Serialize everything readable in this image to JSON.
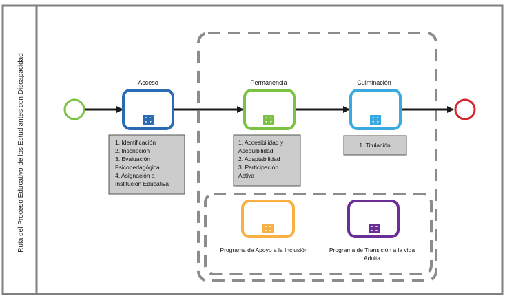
{
  "lane_label": "Ruta del Proceso Educativo de los Estudiantes con Discapacidad",
  "tasks": {
    "acceso": {
      "label": "Acceso",
      "color": "#2a6cb3"
    },
    "permanencia": {
      "label": "Permanencia",
      "color": "#7cc242"
    },
    "culminacion": {
      "label": "Culminación",
      "color": "#3aa9e0"
    },
    "apoyo": {
      "label": "Programa de Apoyo a la Inclusión",
      "color": "#f7b041"
    },
    "transicion": {
      "label_line1": "Programa de Transición a la vida",
      "label_line2": "Adulta",
      "color": "#6a2e96"
    }
  },
  "notes": {
    "acceso": [
      "1. Identificación",
      "2. Inscripción",
      "3. Evaluación",
      "Psicopedagógica",
      "4. Asignación a",
      "Institución Educativa"
    ],
    "permanencia": [
      "1. Accesibilidad y",
      "Asequibilidad",
      "2. Adaptabilidad",
      "3. Participación",
      "Activa"
    ],
    "culminacion": [
      "1. Titulación"
    ]
  },
  "events": {
    "start_color": "#7cc242",
    "end_color": "#d3262f"
  }
}
